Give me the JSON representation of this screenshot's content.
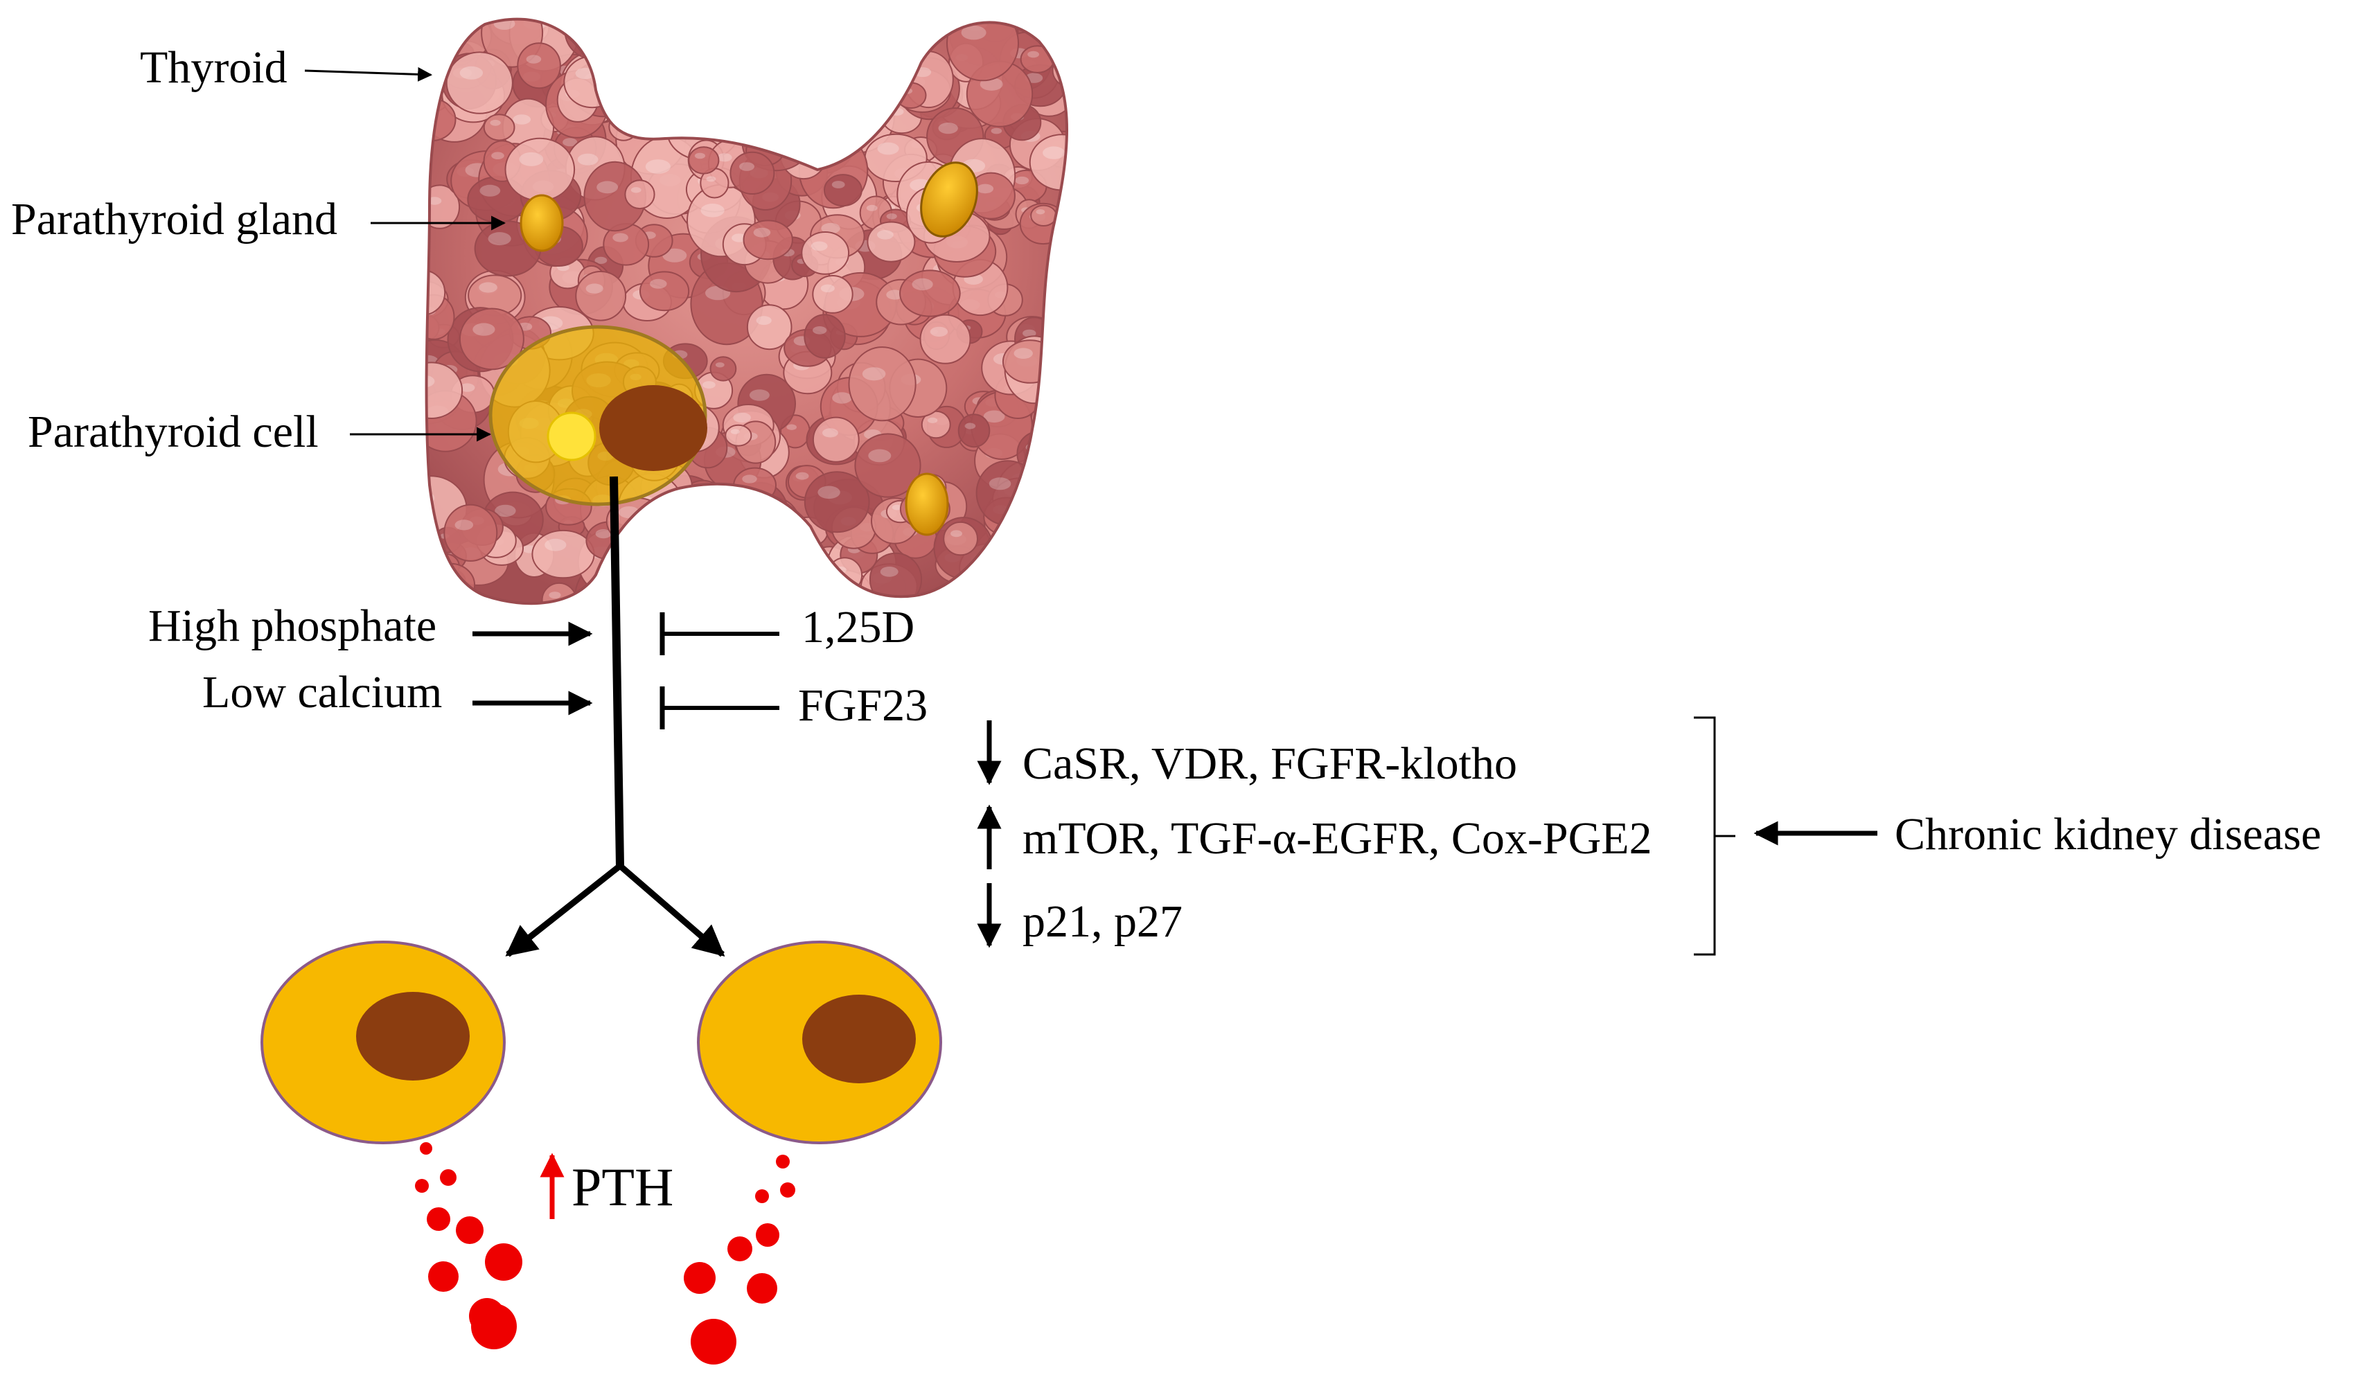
{
  "labels": {
    "thyroid": "Thyroid",
    "parathyroid_gland": "Parathyroid gland",
    "parathyroid_cell": "Parathyroid cell",
    "high_phosphate": "High phosphate",
    "low_calcium": "Low calcium",
    "vitd": "1,25D",
    "fgf23": "FGF23",
    "ckd_down1": "CaSR, VDR, FGFR-klotho",
    "ckd_up": "mTOR, TGF-α-EGFR, Cox-PGE2",
    "ckd_down2": "p21, p27",
    "ckd": "Chronic kidney disease",
    "pth": "PTH"
  },
  "colors": {
    "thyroid_tissue": "#c86a6a",
    "thyroid_highlight": "#eaa3a0",
    "thyroid_dark": "#a74f53",
    "parathyroid": "#e1a20a",
    "cell_fill": "#f7b800",
    "cell_border": "#8b5a8a",
    "nucleus": "#8b3d10",
    "pth_droplets": "#ee0000",
    "arrow": "#000000"
  }
}
